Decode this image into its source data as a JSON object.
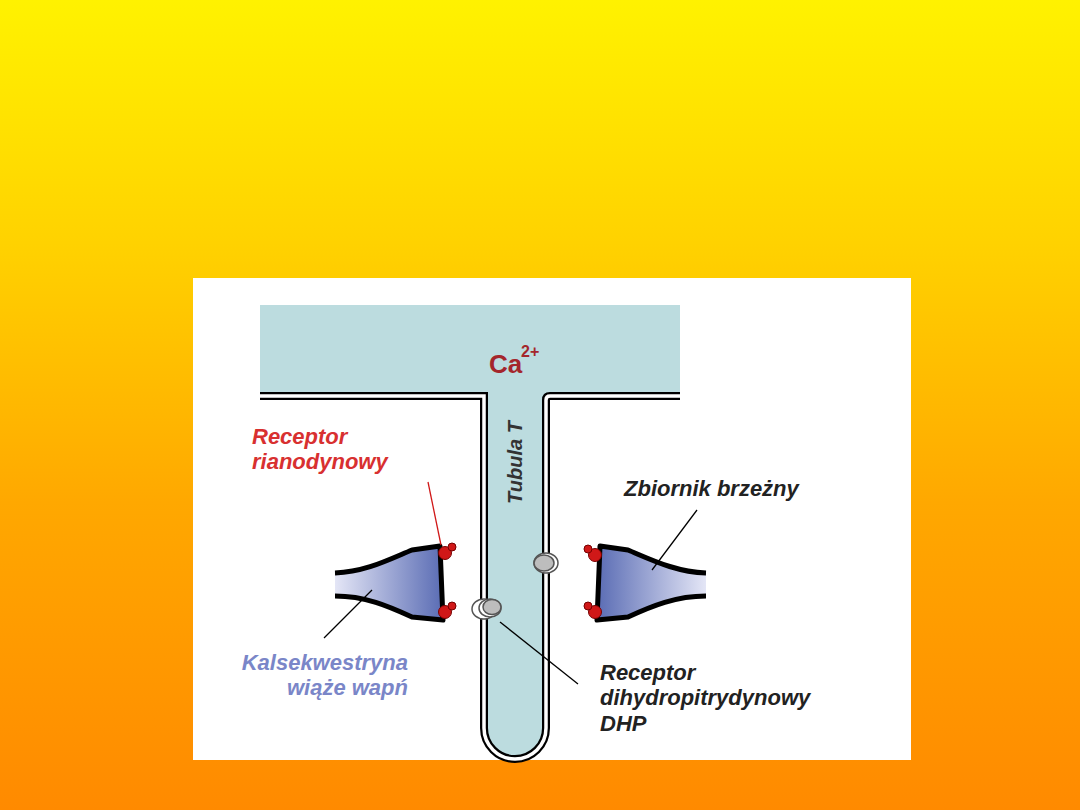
{
  "diagram": {
    "labels": [
      "Ca",
      "2+",
      "Tubula T",
      "Receptor rianodynowy",
      "Zbiornik brzeżny",
      "Kalsekwestryna wiąże wapń",
      "Receptor dihydropitrydynowy DHP"
    ]
  }
}
